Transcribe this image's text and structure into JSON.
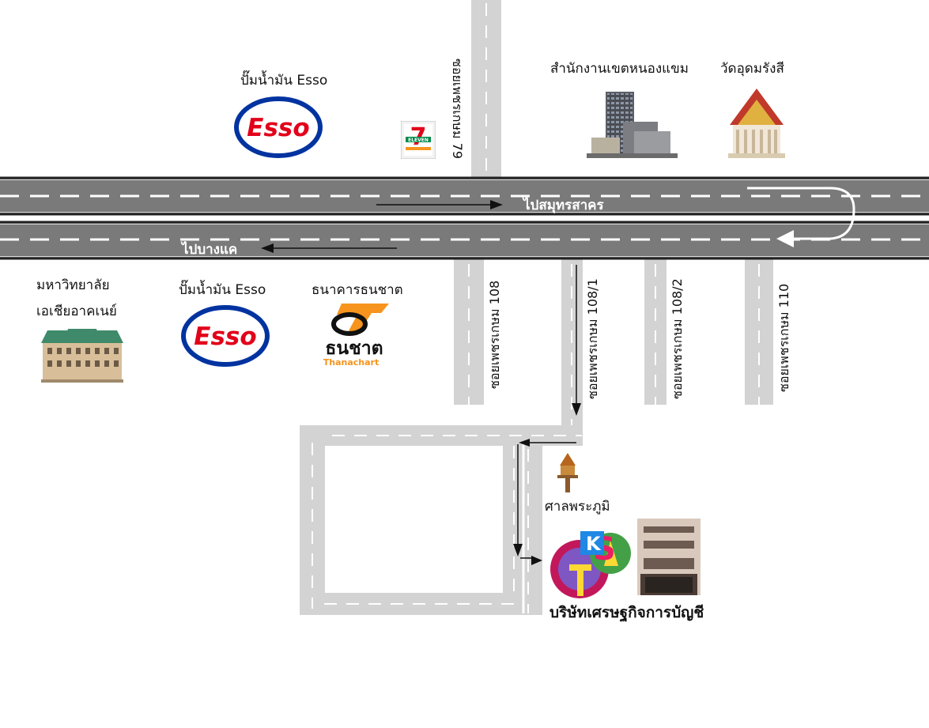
{
  "map": {
    "main_road": {
      "direction_upper": "ไปสมุทรสาคร",
      "direction_lower": "ไปบางแค"
    },
    "sois": {
      "soi_79": "ซอยเพชรเกษม 79",
      "soi_108": "ซอยเพชรเกษม 108",
      "soi_108_1": "ซอยเพชรเกษม 108/1",
      "soi_108_2": "ซอยเพชรเกษม 108/2",
      "soi_110": "ซอยเพชรเกษม 110"
    },
    "landmarks": {
      "esso_north": "ปั๊มน้ำมัน Esso",
      "esso_south": "ปั๊มน้ำมัน Esso",
      "esso_logo_text": "Esso",
      "seven_eleven_text": "ELEVEN",
      "district_office": "สำนักงานเขตหนองแขม",
      "temple": "วัดอุดมรังสี",
      "university_line1": "มหาวิทยาลัย",
      "university_line2": "เอเชียอาคเนย์",
      "bank": "ธนาคารธนชาต",
      "bank_logo_thai": "ธนชาต",
      "bank_logo_en": "Thanachart",
      "shrine": "ศาลพระภูมิ",
      "company": "บริษัทเศรษฐกิจการบัญชี"
    }
  },
  "colors": {
    "road": "#7a7a7a",
    "road_edge": "#222222",
    "soi": "#d3d3d3",
    "esso_red": "#e2001a",
    "esso_blue": "#0033a0",
    "thanachart_orange": "#f7941d",
    "seven_green": "#008a4b"
  }
}
